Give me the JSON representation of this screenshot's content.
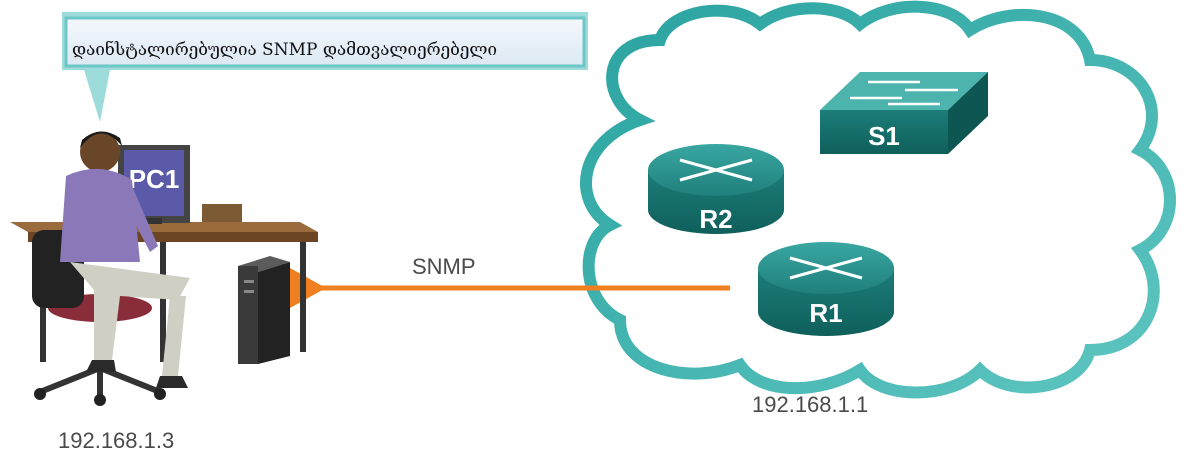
{
  "callout": {
    "text": "დაინსტალირებულია SNMP დამთვალიერებელი"
  },
  "pc": {
    "label": "PC1",
    "ip": "192.168.1.3"
  },
  "link": {
    "protocol": "SNMP"
  },
  "devices": {
    "switch": "S1",
    "router2": "R2",
    "router1": "R1"
  },
  "cloud": {
    "ip": "192.168.1.1"
  },
  "colors": {
    "teal": "#1f8c8a",
    "arrow": "#f07f1f",
    "callout_border": "#5ec3c3"
  }
}
